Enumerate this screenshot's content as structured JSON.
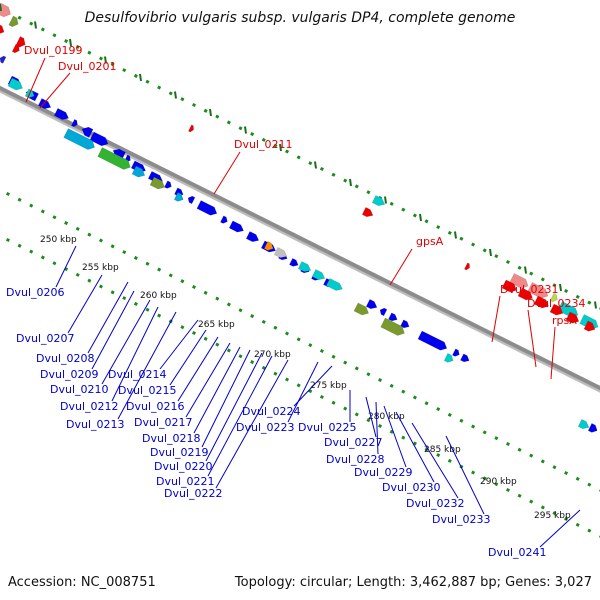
{
  "title": "Desulfovibrio vulgaris subsp. vulgaris DP4, complete genome",
  "footer": {
    "accession": "Accession: NC_008751",
    "summary": "Topology: circular; Length: 3,462,887 bp; Genes: 3,027"
  },
  "colors": {
    "backbone": "#8c8c8c",
    "dots": "#1a8c1a",
    "red_label": "#e00000",
    "blue_label": "#0000cc"
  },
  "ticks": [
    "250 kbp",
    "255 kbp",
    "260 kbp",
    "265 kbp",
    "270 kbp",
    "275 kbp",
    "280 kbp",
    "285 kbp",
    "290 kbp",
    "295 kbp"
  ],
  "red_labels": [
    "Dvul_0199",
    "Dvul_0201",
    "Dvul_0211",
    "gpsA",
    "Dvul_0231",
    "Dvul_0234",
    "rpsA"
  ],
  "blue_labels": [
    "Dvul_0206",
    "Dvul_0207",
    "Dvul_0208",
    "Dvul_0209",
    "Dvul_0210",
    "Dvul_0212",
    "Dvul_0213",
    "Dvul_0214",
    "Dvul_0215",
    "Dvul_0216",
    "Dvul_0217",
    "Dvul_0218",
    "Dvul_0219",
    "Dvul_0220",
    "Dvul_0221",
    "Dvul_0222",
    "Dvul_0223",
    "Dvul_0224",
    "Dvul_0225",
    "Dvul_0227",
    "Dvul_0228",
    "Dvul_0229",
    "Dvul_0230",
    "Dvul_0232",
    "Dvul_0233",
    "Dvul_0241"
  ]
}
